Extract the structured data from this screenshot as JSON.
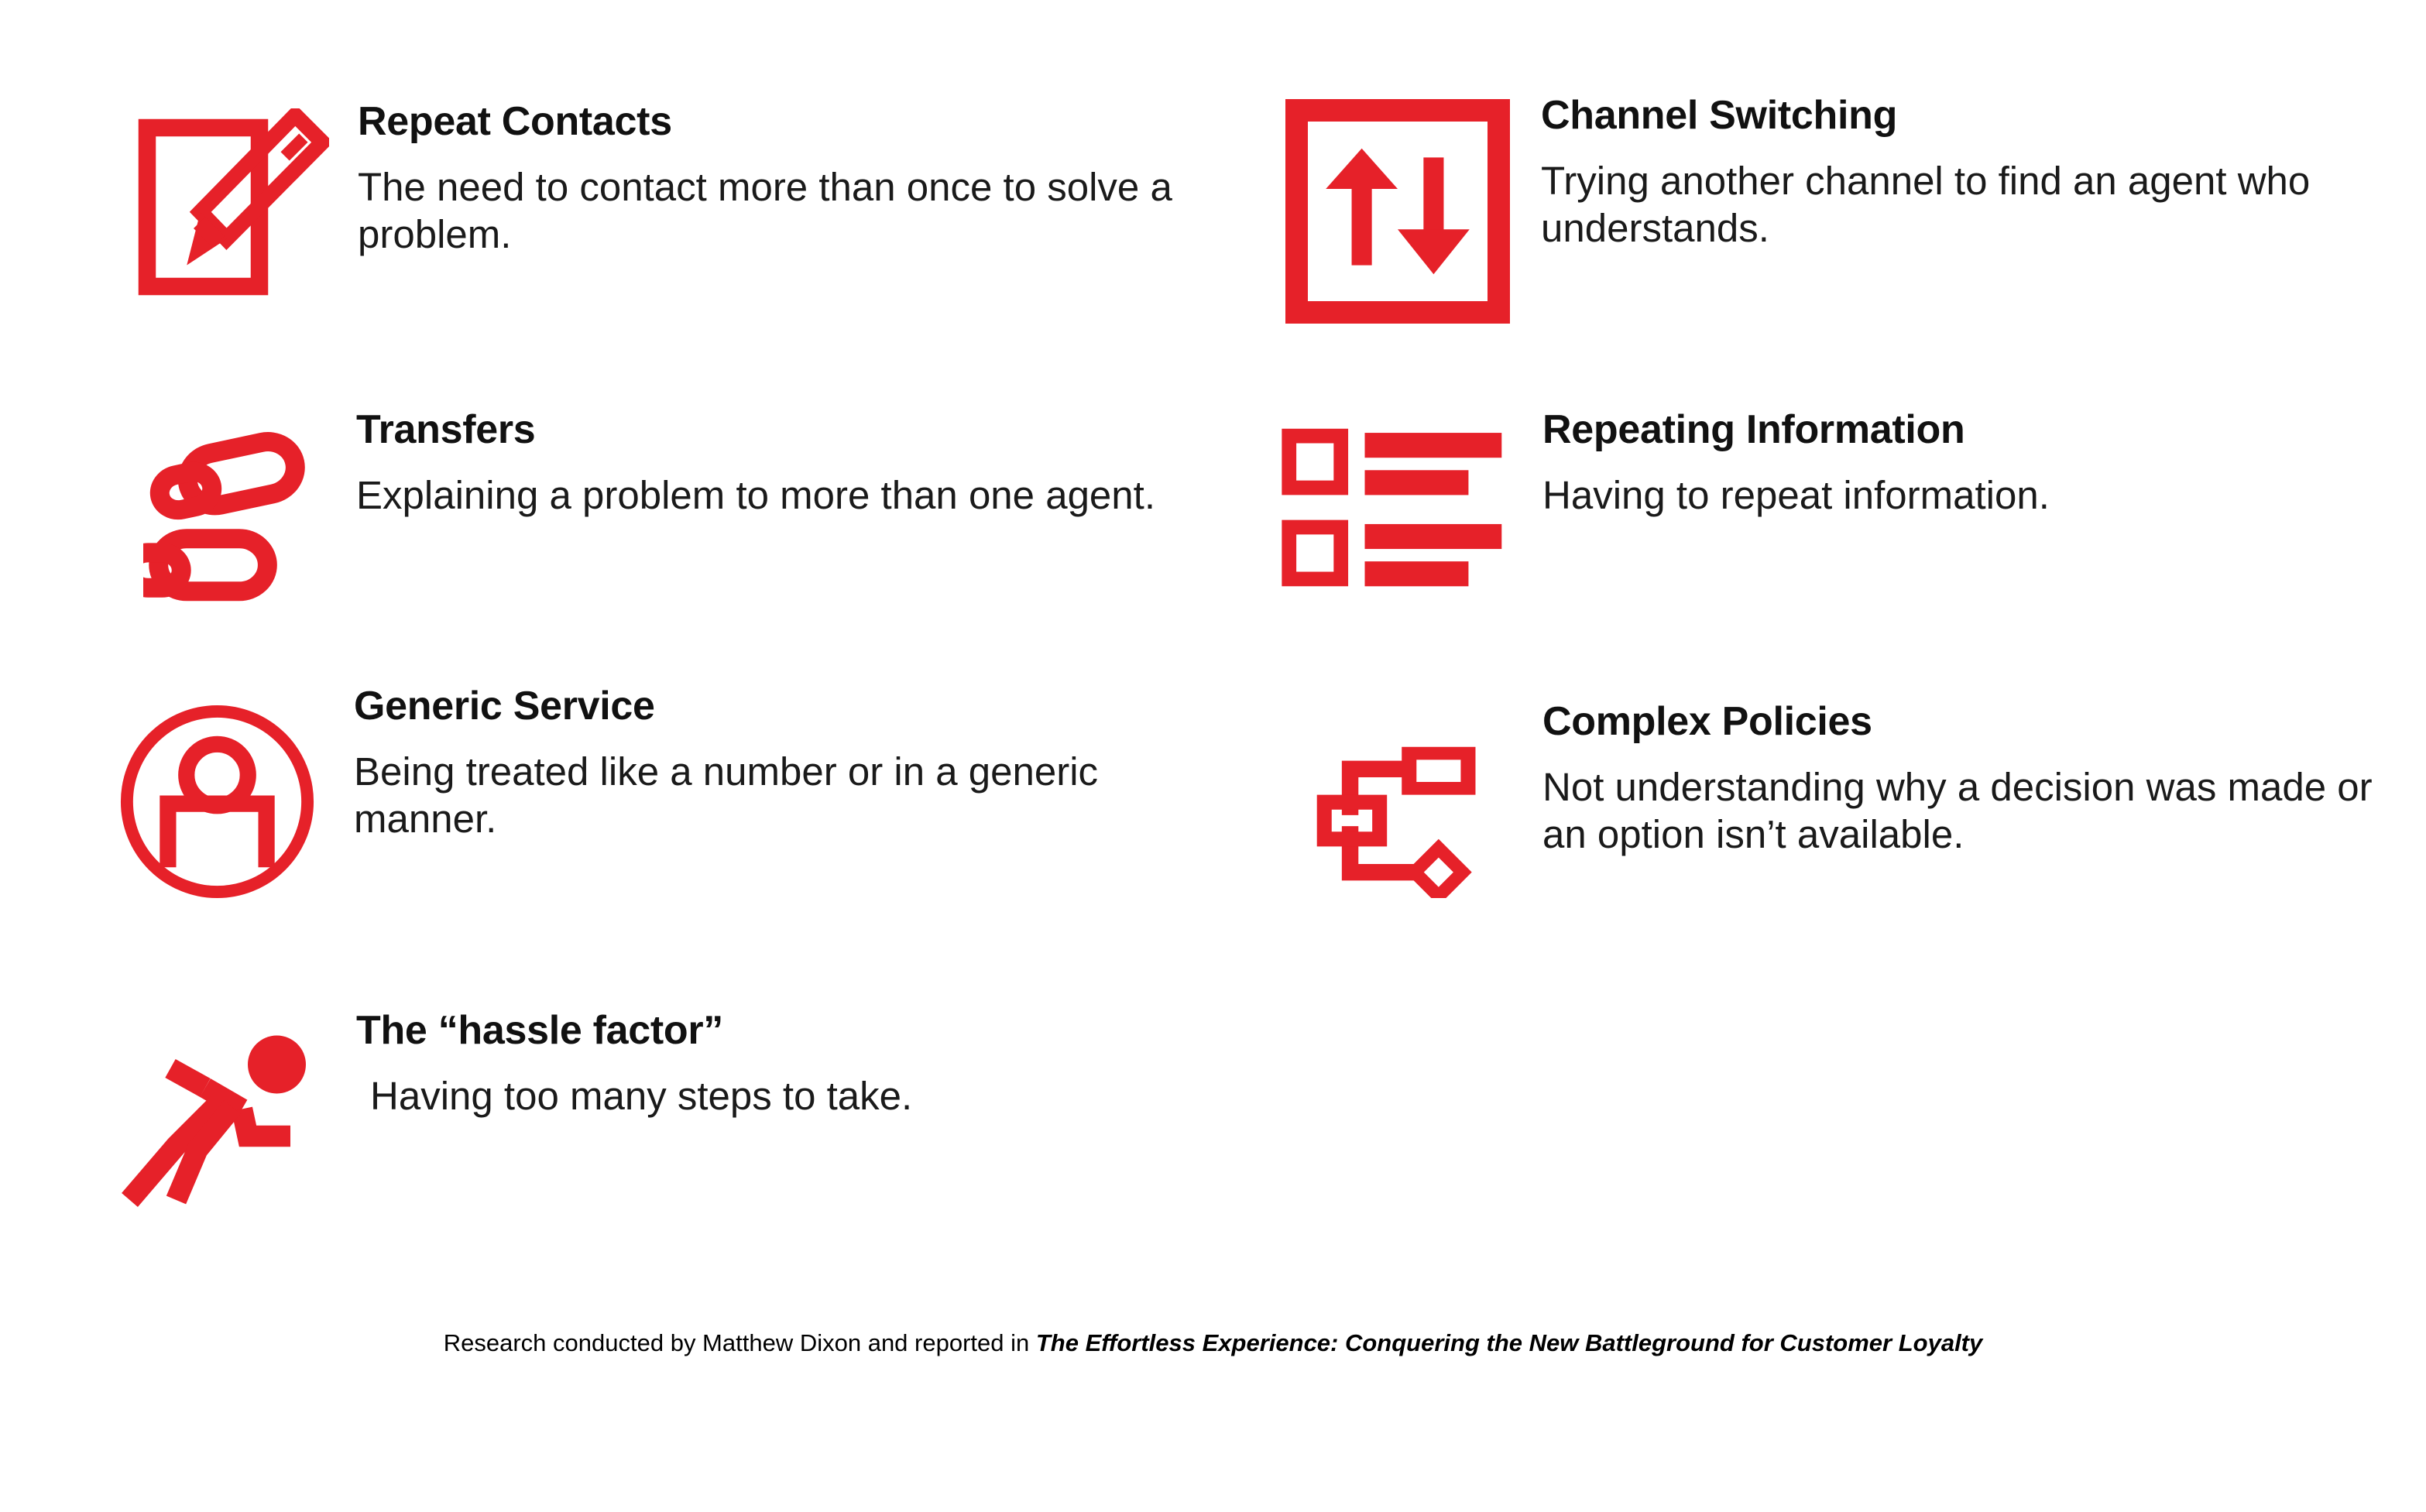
{
  "theme": {
    "accent_red": "#E62129",
    "background": "#FFFFFF",
    "text_color": "#111111"
  },
  "items": [
    {
      "id": "repeat-contacts",
      "column": "left",
      "icon": "document-pencil-icon",
      "title": "Repeat Contacts",
      "description": "The need to contact more than once to solve a problem."
    },
    {
      "id": "transfers",
      "column": "left",
      "icon": "footprints-icon",
      "title": "Transfers",
      "description": "Explaining a problem to more than one agent."
    },
    {
      "id": "generic-service",
      "column": "left",
      "icon": "person-in-circle-icon",
      "title": "Generic Service",
      "description": "Being treated like a number or in a generic manner."
    },
    {
      "id": "hassle-factor",
      "column": "left",
      "icon": "running-person-icon",
      "title": "The “hassle factor”",
      "description": "Having too many steps to take."
    },
    {
      "id": "channel-switching",
      "column": "right",
      "icon": "up-down-arrows-in-box-icon",
      "title": "Channel Switching",
      "description": "Trying another channel to find an agent who understands."
    },
    {
      "id": "repeating-information",
      "column": "right",
      "icon": "list-rows-icon",
      "title": "Repeating Information",
      "description": "Having to repeat information."
    },
    {
      "id": "complex-policies",
      "column": "right",
      "icon": "flowchart-nodes-icon",
      "title": "Complex Policies",
      "description": "Not understanding why a decision was made or an option isn’t available."
    }
  ],
  "citation": {
    "prefix": "Research conducted by Matthew Dixon and reported in ",
    "book_title": "The Effortless Experience: Conquering the New Battleground for Customer Loyalty"
  }
}
